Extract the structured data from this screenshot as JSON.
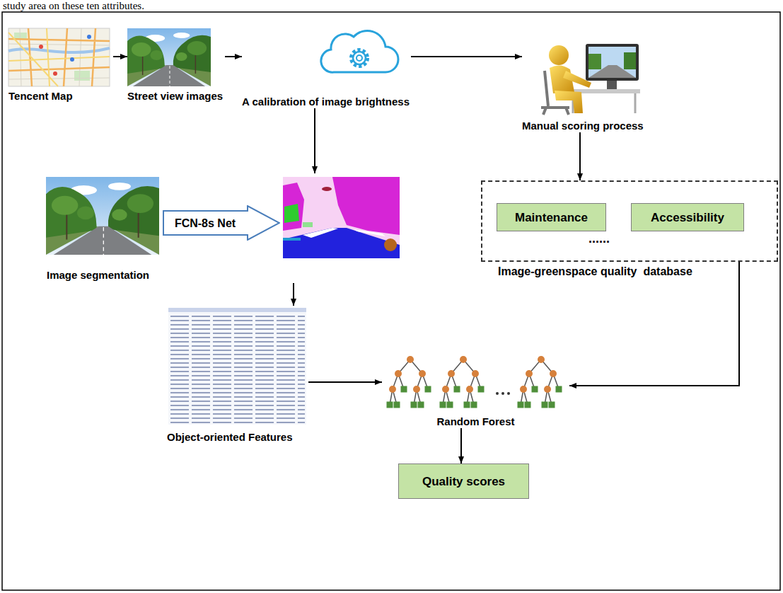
{
  "diagram": {
    "nodes": [
      {
        "text": [
          "Tencent Map"
        ]
      },
      {
        "text": [
          "Street view images"
        ]
      },
      {
        "text": [
          "A calibration of image brightness"
        ]
      },
      {
        "text": [
          "Manual scoring process"
        ]
      },
      {
        "text": [
          "Image segmentation"
        ]
      },
      {
        "text": [
          "FCN-8s Net"
        ],
        "in": 4
      },
      {
        "text": [
          "Image-greenspace quality  database"
        ]
      },
      {
        "text": [
          "Maintenance"
        ],
        "in": 6
      },
      {
        "text": [
          "Accessibility"
        ],
        "in": 6
      },
      {
        "text": [
          "Object-oriented Features"
        ]
      },
      {
        "text": [
          "Random Forest"
        ]
      },
      {
        "text": [
          "Quality scores"
        ]
      }
    ],
    "edges": [
      {
        "from": 0,
        "to": 1,
        "arrow": "to"
      },
      {
        "from": 1,
        "to": 2,
        "arrow": "to"
      },
      {
        "from": 2,
        "to": 3,
        "arrow": "to"
      },
      {
        "from": 2,
        "to": 4,
        "arrow": "to"
      },
      {
        "from": 3,
        "to": 6,
        "arrow": "to"
      },
      {
        "from": 4,
        "to": 9,
        "arrow": "to"
      },
      {
        "from": 9,
        "to": 10,
        "arrow": "to"
      },
      {
        "from": 6,
        "to": 10,
        "arrow": "to"
      },
      {
        "from": 10,
        "to": 11,
        "arrow": "to"
      }
    ],
    "labels": [
      "study area on these ten attributes.",
      "......"
    ]
  }
}
